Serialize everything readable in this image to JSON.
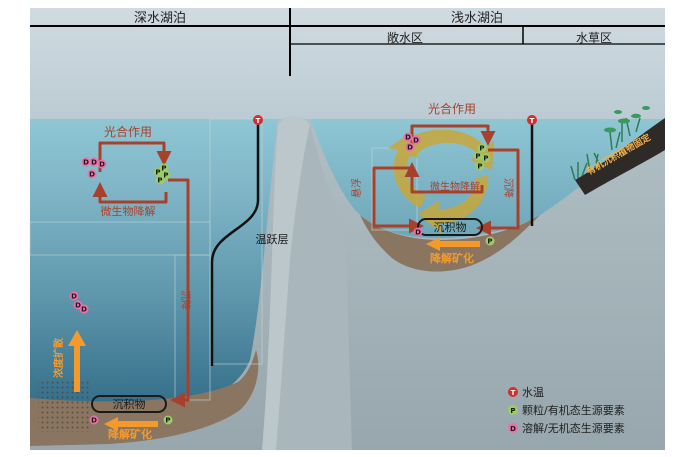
{
  "header": {
    "deep_lake": "深水湖泊",
    "shallow_lake": "浅水湖泊",
    "open_water": "敞水区",
    "macrophyte_zone": "水草区"
  },
  "deep": {
    "photosynthesis": "光合作用",
    "microbial": "微生物降解",
    "settling": "沉降",
    "thermocline": "温跃层",
    "sediment": "沉积物",
    "mineralization": "降解矿化",
    "diffusion": "浓度扩散"
  },
  "shallow": {
    "photosynthesis": "光合作用",
    "resuspension": "悬浮",
    "settling": "沉降",
    "microbial": "微生物降解",
    "sediment": "沉积物",
    "mineralization": "降解矿化",
    "plant_fixation": "有机沉积植物固定"
  },
  "markers": {
    "t": "T",
    "p": "P",
    "d": "D"
  },
  "legend": {
    "temperature": "水温",
    "particulate": "颗粒/有机态生源要素",
    "dissolved": "溶解/无机态生源要素"
  },
  "colors": {
    "cycle_arrow": "#a8412b",
    "orange_arrow": "#f39a2b",
    "t_marker": "#d32f2f",
    "p_marker": "#9ccc65",
    "d_marker": "#ec6fa8",
    "water": "#5f97ad",
    "sediment": "#8a7561"
  }
}
